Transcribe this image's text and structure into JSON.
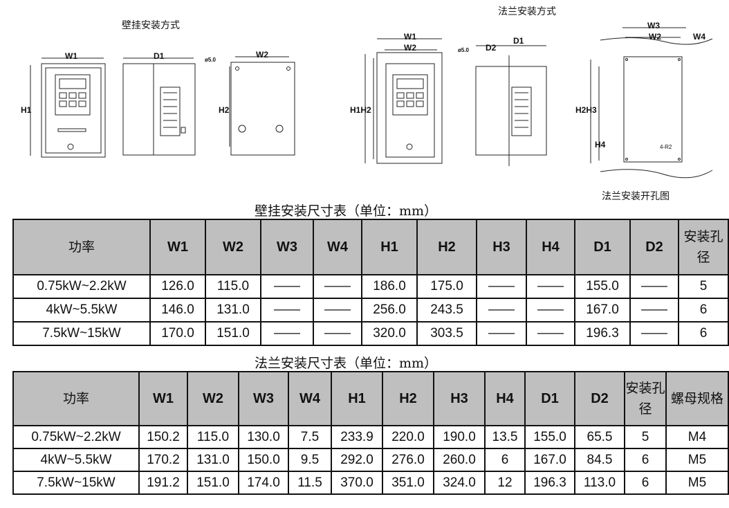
{
  "diagrams": {
    "wall_title": "壁挂安装方式",
    "flange_title": "法兰安装方式",
    "flange_cutout_title": "法兰安装开孔图",
    "wall_labels": {
      "w1": "W1",
      "d1": "D1",
      "w2": "W2",
      "h1": "H1",
      "h2": "H2",
      "hole": "ø5.0"
    },
    "flange_labels": {
      "w1": "W1",
      "w2": "W2",
      "h1h2": "H1H2",
      "hole": "ø5.0",
      "d2": "D2",
      "d1": "D1"
    },
    "cutout_labels": {
      "w3": "W3",
      "w2": "W2",
      "w4": "W4",
      "h2h3": "H2H3",
      "h4": "H4",
      "r2": "4-R2"
    }
  },
  "wall_table": {
    "caption": "壁挂安装尺寸表（单位：mm）",
    "headers": [
      "功率",
      "W1",
      "W2",
      "W3",
      "W4",
      "H1",
      "H2",
      "H3",
      "H4",
      "D1",
      "D2",
      "安装孔径"
    ],
    "rows": [
      [
        "0.75kW~2.2kW",
        "126.0",
        "115.0",
        "——",
        "——",
        "186.0",
        "175.0",
        "——",
        "——",
        "155.0",
        "——",
        "5"
      ],
      [
        "4kW~5.5kW",
        "146.0",
        "131.0",
        "——",
        "——",
        "256.0",
        "243.5",
        "——",
        "——",
        "167.0",
        "——",
        "6"
      ],
      [
        "7.5kW~15kW",
        "170.0",
        "151.0",
        "——",
        "——",
        "320.0",
        "303.5",
        "——",
        "——",
        "196.3",
        "——",
        "6"
      ]
    ]
  },
  "flange_table": {
    "caption": "法兰安装尺寸表（单位：mm）",
    "headers": [
      "功率",
      "W1",
      "W2",
      "W3",
      "W4",
      "H1",
      "H2",
      "H3",
      "H4",
      "D1",
      "D2",
      "安装孔径",
      "螺母规格"
    ],
    "rows": [
      [
        "0.75kW~2.2kW",
        "150.2",
        "115.0",
        "130.0",
        "7.5",
        "233.9",
        "220.0",
        "190.0",
        "13.5",
        "155.0",
        "65.5",
        "5",
        "M4"
      ],
      [
        "4kW~5.5kW",
        "170.2",
        "131.0",
        "150.0",
        "9.5",
        "292.0",
        "276.0",
        "260.0",
        "6",
        "167.0",
        "84.5",
        "6",
        "M5"
      ],
      [
        "7.5kW~15kW",
        "191.2",
        "151.0",
        "174.0",
        "11.5",
        "370.0",
        "351.0",
        "324.0",
        "12",
        "196.3",
        "113.0",
        "6",
        "M5"
      ]
    ]
  }
}
